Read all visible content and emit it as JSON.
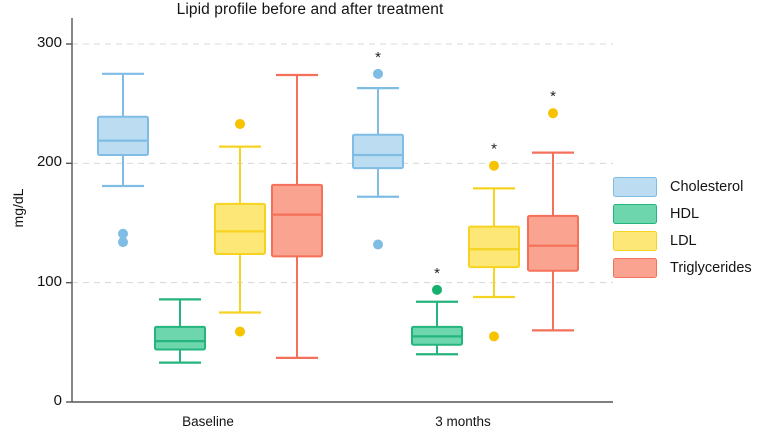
{
  "chart_data": {
    "type": "box",
    "title": "Lipid profile before and after treatment",
    "xlabel": "",
    "ylabel": "mg/dL",
    "ylim": [
      0,
      315
    ],
    "yticks": [
      0,
      100,
      200,
      300
    ],
    "ytick_labels": [
      "0",
      "100",
      "200",
      "300"
    ],
    "grid": "horizontal-dashed",
    "legend_position": "right",
    "categories": [
      "Baseline",
      "3 months"
    ],
    "series": [
      {
        "name": "Cholesterol",
        "color": "#bcdcf2",
        "edge_color": "#7fbde4",
        "boxes": [
          {
            "category": "Baseline",
            "whisker_low": 181,
            "q1": 207,
            "median": 219,
            "q3": 239,
            "whisker_high": 275,
            "outliers": [
              141,
              134
            ],
            "significance": ""
          },
          {
            "category": "3 months",
            "whisker_low": 172,
            "q1": 196,
            "median": 207,
            "q3": 224,
            "whisker_high": 263,
            "outliers": [
              275,
              132
            ],
            "significance": "*"
          }
        ]
      },
      {
        "name": "HDL",
        "color": "#6ed6ad",
        "edge_color": "#24b47e",
        "boxes": [
          {
            "category": "Baseline",
            "whisker_low": 33,
            "q1": 44,
            "median": 51,
            "q3": 63,
            "whisker_high": 86,
            "outliers": [],
            "significance": ""
          },
          {
            "category": "3 months",
            "whisker_low": 40,
            "q1": 48,
            "median": 55,
            "q3": 63,
            "whisker_high": 84,
            "outliers": [
              94
            ],
            "significance": "*"
          }
        ]
      },
      {
        "name": "LDL",
        "color": "#fde877",
        "edge_color": "#f5d320",
        "boxes": [
          {
            "category": "Baseline",
            "whisker_low": 75,
            "q1": 124,
            "median": 143,
            "q3": 166,
            "whisker_high": 214,
            "outliers": [
              233,
              59
            ],
            "significance": ""
          },
          {
            "category": "3 months",
            "whisker_low": 88,
            "q1": 113,
            "median": 128,
            "q3": 147,
            "whisker_high": 179,
            "outliers": [
              198,
              55
            ],
            "significance": "*"
          }
        ]
      },
      {
        "name": "Triglycerides",
        "color": "#fba391",
        "edge_color": "#f4705a",
        "boxes": [
          {
            "category": "Baseline",
            "whisker_low": 37,
            "q1": 122,
            "median": 157,
            "q3": 182,
            "whisker_high": 274,
            "outliers": [],
            "significance": ""
          },
          {
            "category": "3 months",
            "whisker_low": 60,
            "q1": 110,
            "median": 131,
            "q3": 156,
            "whisker_high": 209,
            "outliers": [
              242
            ],
            "significance": "*"
          }
        ]
      }
    ],
    "outlier_colors": {
      "Cholesterol": "#7fbde4",
      "HDL": "#16b06e",
      "LDL": "#f7c200",
      "Triglycerides": "#f7c200"
    }
  },
  "legend": {
    "items": [
      {
        "label": "Cholesterol",
        "color": "#bcdcf2",
        "edge": "#7fbde4"
      },
      {
        "label": "HDL",
        "color": "#6ed6ad",
        "edge": "#24b47e"
      },
      {
        "label": "LDL",
        "color": "#fde877",
        "edge": "#f5d320"
      },
      {
        "label": "Triglycerides",
        "color": "#fba391",
        "edge": "#f4705a"
      }
    ]
  }
}
